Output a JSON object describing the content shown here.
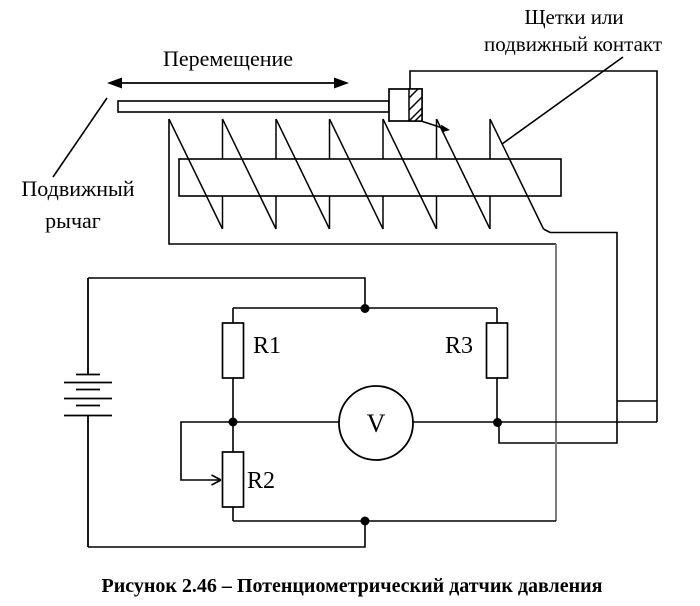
{
  "figure": {
    "caption": "Рисунок 2.46 – Потенциометрический датчик давления"
  },
  "mechanism": {
    "brushes_label": {
      "line1": "Щетки или",
      "line2": "подвижный контакт"
    },
    "displacement_label": "Перемещение",
    "lever_label": {
      "line1": "Подвижный",
      "line2": "рычаг"
    }
  },
  "circuit": {
    "resistors": {
      "r1": "R1",
      "r2": "R2",
      "r3": "R3"
    },
    "voltmeter": "V"
  },
  "colors": {
    "line": "#000000",
    "secondary_line": "#7d7d7d",
    "background": "#ffffff",
    "text": "#000000"
  }
}
